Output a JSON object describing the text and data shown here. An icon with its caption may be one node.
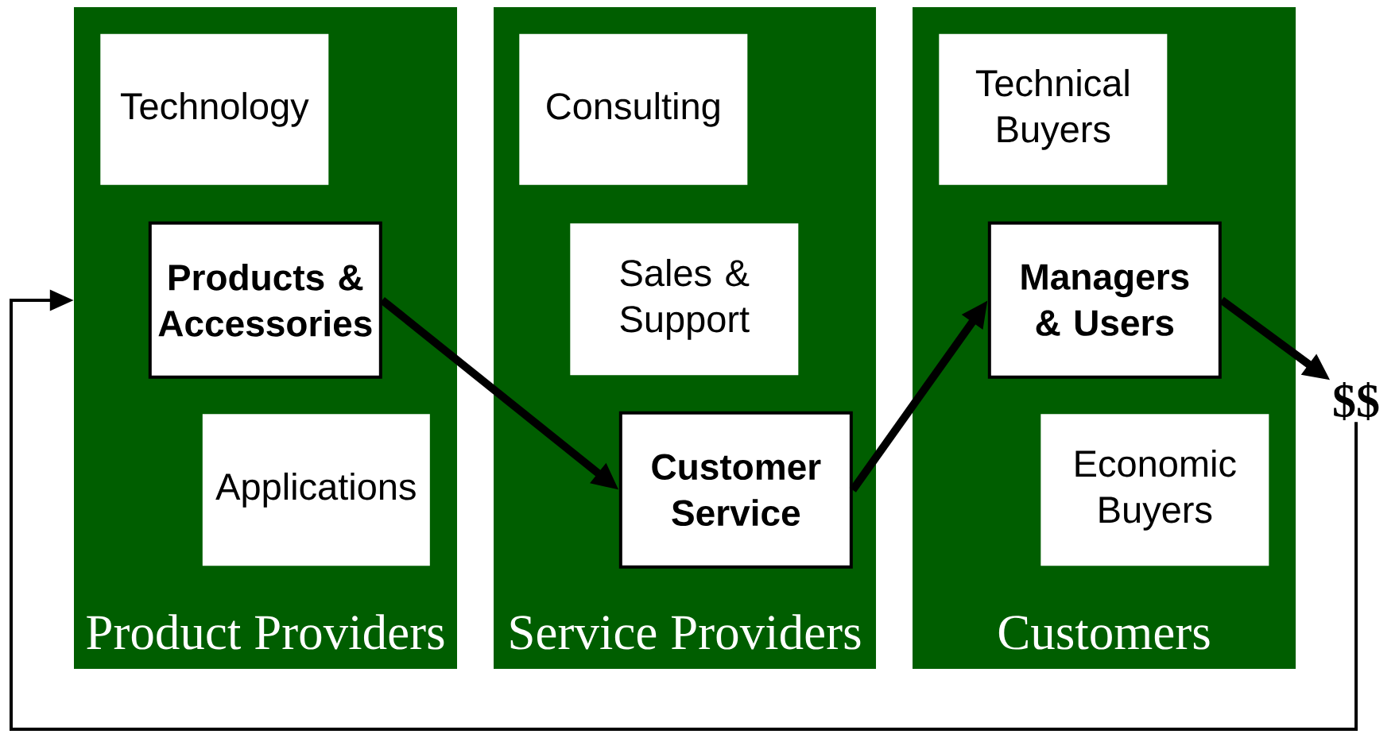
{
  "diagram": {
    "nodes": [
      {
        "text": [
          "Product Providers"
        ]
      },
      {
        "text": [
          "Technology"
        ],
        "in": 0
      },
      {
        "text": [
          "Products & Accessories"
        ],
        "in": 0
      },
      {
        "text": [
          "Applications"
        ],
        "in": 0
      },
      {
        "text": [
          "Service Providers"
        ]
      },
      {
        "text": [
          "Consulting"
        ],
        "in": 4
      },
      {
        "text": [
          "Sales & Support"
        ],
        "in": 4
      },
      {
        "text": [
          "Customer Service"
        ],
        "in": 4
      },
      {
        "text": [
          "Customers"
        ]
      },
      {
        "text": [
          "Technical Buyers"
        ],
        "in": 8
      },
      {
        "text": [
          "Managers & Users"
        ],
        "in": 8
      },
      {
        "text": [
          "Economic Buyers"
        ],
        "in": 8
      },
      {
        "text": [
          "$$"
        ]
      }
    ],
    "edges": [
      {
        "from": 2,
        "to": 7,
        "arrow": "to"
      },
      {
        "from": 7,
        "to": 10,
        "arrow": "to"
      },
      {
        "from": 10,
        "to": 12,
        "arrow": "to"
      },
      {
        "from": 12,
        "to": 0,
        "arrow": "to"
      }
    ]
  }
}
